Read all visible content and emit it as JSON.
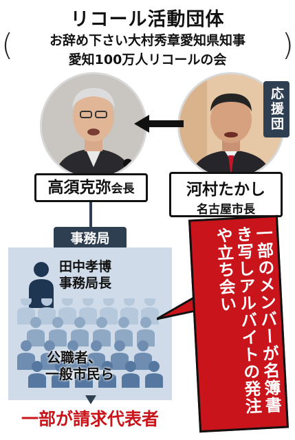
{
  "title": "リコール活動団体",
  "subtitle": {
    "open": "(",
    "line1": "お辞め下さい大村秀章愛知県知事",
    "line2": "愛知100万人リコールの会",
    "close": ")"
  },
  "support_tag": "応援団",
  "leader": {
    "name": "高須克弥",
    "title": "会長"
  },
  "mayor": {
    "name": "河村たかし",
    "title": "名古屋市長"
  },
  "secretariat_tag": "事務局",
  "secretariat_head": {
    "name": "田中孝博",
    "title": "事務局長"
  },
  "crowd_label": {
    "line1": "公職者、",
    "line2": "一般市民ら"
  },
  "bottom_label": "一部が請求代表者",
  "callout": "一部のメンバーが名簿書き写しアルバイトの発注や立ち会い",
  "colors": {
    "navy": "#2f3f52",
    "panel": "#cfdbe8",
    "red": "#c8141a",
    "figure_light": "#a9bfd6",
    "figure_dark": "#1f3652"
  }
}
